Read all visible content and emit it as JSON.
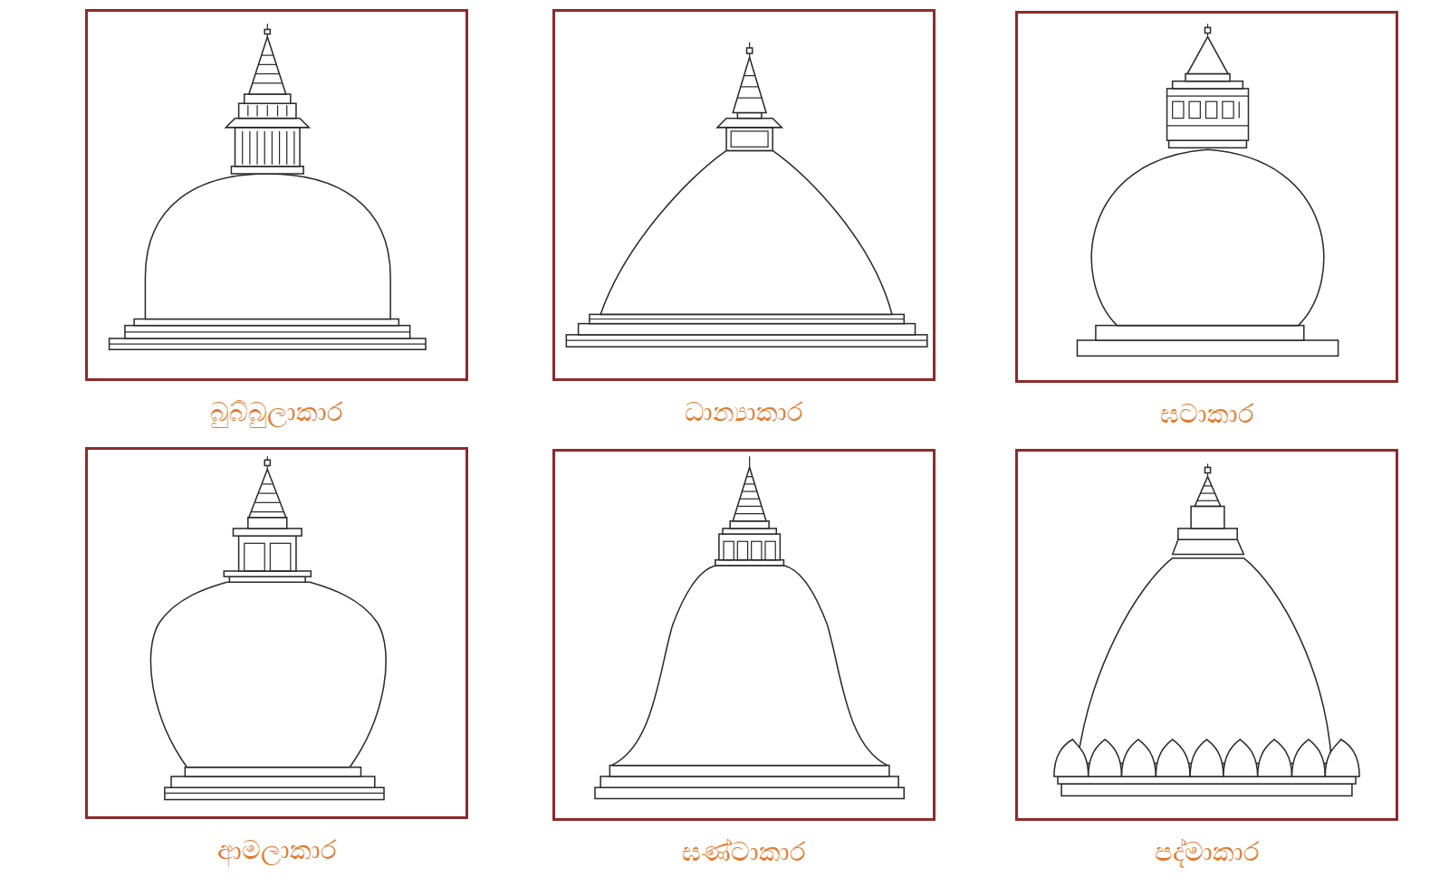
{
  "diagram": {
    "nodes": [
      {
        "text": [
          "බුබ්බුලාකාර"
        ]
      },
      {
        "text": [
          "ධාන්‍යාකාර"
        ]
      },
      {
        "text": [
          "ඝටාකාර"
        ]
      },
      {
        "text": [
          "ආමලාකාර"
        ]
      },
      {
        "text": [
          "ඝණ්ටාකාර"
        ]
      },
      {
        "text": [
          "පද්මාකාර"
        ]
      }
    ]
  }
}
